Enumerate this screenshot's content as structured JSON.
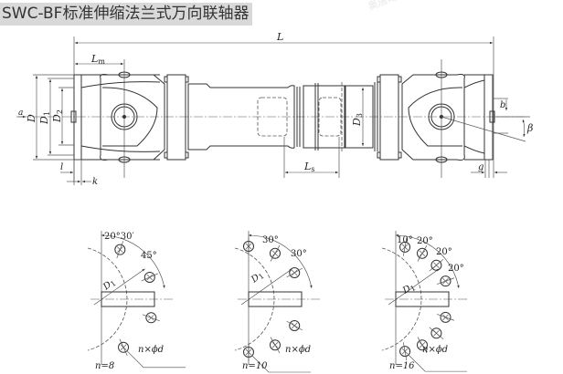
{
  "title": "SWC-BF标准伸缩法兰式万向联轴器",
  "watermark": "奥唐动力 Power M",
  "main_view": {
    "dimensions": {
      "L": "L",
      "Lm": "L",
      "Lm_sub": "m",
      "Ls": "L",
      "Ls_sub": "s",
      "D": "D",
      "D1": "D",
      "D1_sub": "1",
      "D2": "D",
      "D2_sub": "2",
      "D3": "D",
      "D3_sub": "3",
      "l": "l",
      "k": "k",
      "b": "b",
      "g": "g",
      "beta": "β",
      "a": "a"
    }
  },
  "flange_views": [
    {
      "n_label": "n=8",
      "angles": [
        "20°30′",
        "45°"
      ],
      "d1_label": "D",
      "d1_sub": "1",
      "hole_label": "n×ϕd"
    },
    {
      "n_label": "n=10",
      "angles": [
        "30°",
        "30°"
      ],
      "d1_label": "D",
      "d1_sub": "1",
      "hole_label": "n×ϕd"
    },
    {
      "n_label": "n=16",
      "angles": [
        "10°",
        "20°",
        "20°",
        "20°"
      ],
      "d1_label": "D",
      "d1_sub": "1",
      "hole_label": "n×ϕd"
    }
  ]
}
